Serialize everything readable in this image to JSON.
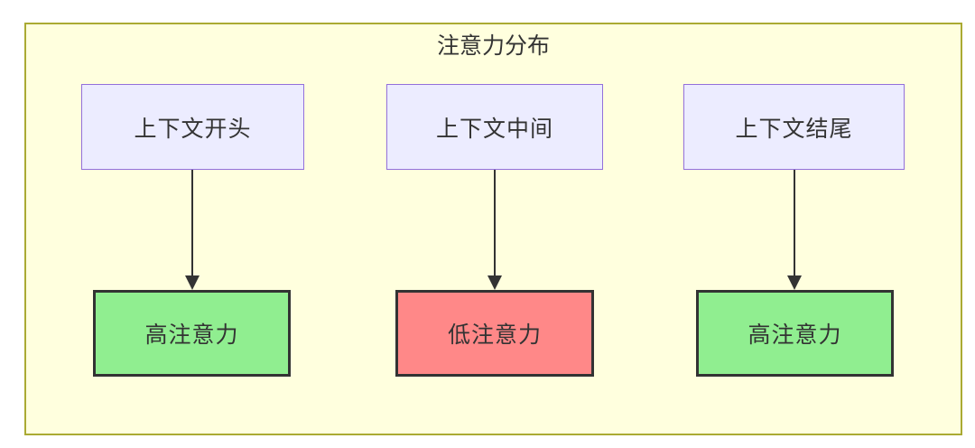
{
  "diagram": {
    "title": "注意力分布",
    "type": "flowchart",
    "columns": [
      {
        "source": "上下文开头",
        "target": "高注意力",
        "attention_level": "high"
      },
      {
        "source": "上下文中间",
        "target": "低注意力",
        "attention_level": "low"
      },
      {
        "source": "上下文结尾",
        "target": "高注意力",
        "attention_level": "high"
      }
    ],
    "colors": {
      "frame_fill": "#ffffde",
      "frame_border": "#aaaa33",
      "source_node_fill": "#ececff",
      "source_node_border": "#9370db",
      "high_attention_fill": "#90ee90",
      "low_attention_fill": "#ff8888",
      "target_node_border": "#333333",
      "arrow": "#333333",
      "text": "#333333"
    }
  }
}
